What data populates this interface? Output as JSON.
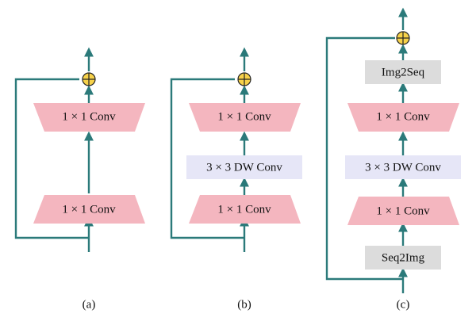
{
  "colors": {
    "line": "#2b7a7a",
    "conv_fill": "#f4b6bf",
    "dwconv_fill": "#e6e6f7",
    "seq_fill": "#dcdcdc",
    "add_fill": "#f7d24a"
  },
  "icons": {
    "add": "plus-circle-icon"
  },
  "panels": [
    {
      "caption": "(a)",
      "blocks": [
        {
          "label": "1 × 1 Conv",
          "shape": "trapezoid-narrowing"
        },
        {
          "label": "1 × 1 Conv",
          "shape": "trapezoid-widening"
        }
      ]
    },
    {
      "caption": "(b)",
      "blocks": [
        {
          "label": "1 × 1 Conv",
          "shape": "trapezoid-narrowing"
        },
        {
          "label": "3 × 3 DW Conv",
          "shape": "rectangle"
        },
        {
          "label": "1 × 1 Conv",
          "shape": "trapezoid-widening"
        }
      ]
    },
    {
      "caption": "(c)",
      "blocks": [
        {
          "label": "Img2Seq",
          "shape": "rectangle"
        },
        {
          "label": "1 × 1 Conv",
          "shape": "trapezoid-narrowing"
        },
        {
          "label": "3 × 3 DW Conv",
          "shape": "rectangle"
        },
        {
          "label": "1 × 1 Conv",
          "shape": "trapezoid-widening"
        },
        {
          "label": "Seq2Img",
          "shape": "rectangle"
        }
      ]
    }
  ]
}
